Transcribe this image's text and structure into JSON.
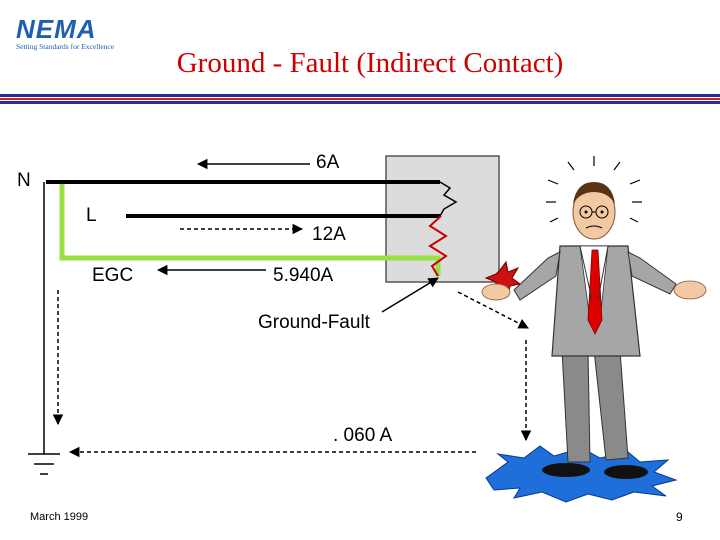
{
  "logo": {
    "wordmark": "NEMA",
    "tagline": "Setting Standards for Excellence"
  },
  "title": "Ground - Fault (Indirect Contact)",
  "labels": {
    "neutral": "N",
    "line": "L",
    "egc": "EGC",
    "neutral_current": "6A",
    "line_current": "12A",
    "egc_current": "5.940A",
    "ground_fault": "Ground-Fault",
    "person_current": ". 060 A"
  },
  "footer": {
    "date": "March 1999",
    "page": "9"
  },
  "colors": {
    "title": "#cc0000",
    "egc_wire": "#99e044",
    "fault_path": "#cc0000",
    "enclosure": "#dcdcdc",
    "ground_puddle": "#1e6fd9",
    "logo": "#1f5fae"
  }
}
